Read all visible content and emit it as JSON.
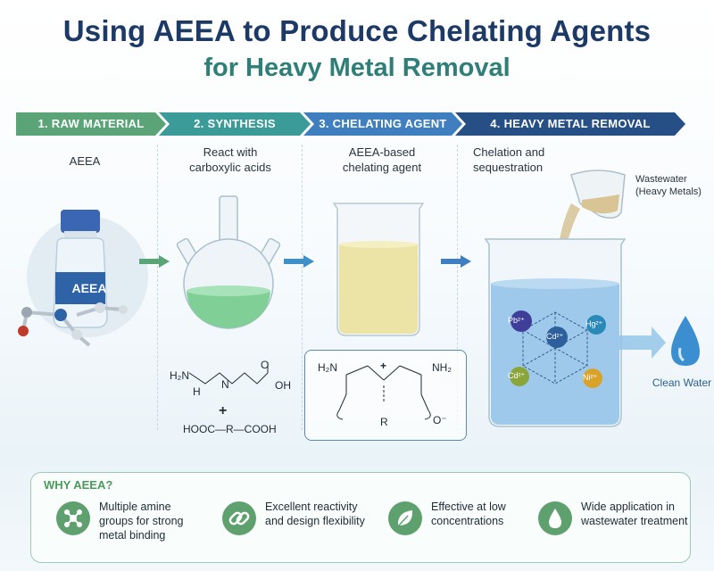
{
  "title": {
    "line1": "Using AEEA to Produce Chelating Agents",
    "line2": "for Heavy Metal Removal"
  },
  "steps": [
    {
      "label": "1. RAW MATERIAL",
      "color": "#5aa477"
    },
    {
      "label": "2. SYNTHESIS",
      "color": "#3a9b98"
    },
    {
      "label": "3. CHELATING AGENT",
      "color": "#3f7fbf"
    },
    {
      "label": "4. HEAVY METAL REMOVAL",
      "color": "#264f86"
    }
  ],
  "panels": {
    "raw": {
      "caption": "AEEA",
      "bottle_label": "AEEA"
    },
    "synthesis": {
      "caption_line1": "React with",
      "caption_line2": "carboxylic acids",
      "formula_h2n": "H₂N",
      "formula_nh": "N",
      "formula_h": "H",
      "formula_o": "O",
      "formula_oh": "OH",
      "plus": "+",
      "diacid": "HOOC—R—COOH"
    },
    "chelating": {
      "caption_line1": "AEEA-based",
      "caption_line2": "chelating agent",
      "h2n": "H₂N",
      "nh2": "NH₂",
      "plus": "+",
      "r": "R",
      "o_minus": "O⁻"
    },
    "removal": {
      "caption_line1": "Chelation and",
      "caption_line2": "sequestration",
      "wastewater_line1": "Wastewater",
      "wastewater_line2": "(Heavy Metals)",
      "clean_water": "Clean Water",
      "ions": [
        "Pb²⁺",
        "Cd²⁺",
        "Hg²⁺",
        "Cd²⁺",
        "Ni²⁺"
      ]
    }
  },
  "why": {
    "title": "WHY AEEA?",
    "features": [
      {
        "icon": "molecule-icon",
        "text": "Multiple amine groups for strong metal binding"
      },
      {
        "icon": "link-icon",
        "text": "Excellent reactivity and design flexibility"
      },
      {
        "icon": "leaf-icon",
        "text": "Effective at low concentrations"
      },
      {
        "icon": "droplet-icon",
        "text": "Wide application in wastewater treatment"
      }
    ]
  },
  "colors": {
    "title_primary": "#1d3a66",
    "title_secondary": "#2f7f78",
    "accent_green": "#5fa06f",
    "water_blue": "#3b8fd0"
  }
}
